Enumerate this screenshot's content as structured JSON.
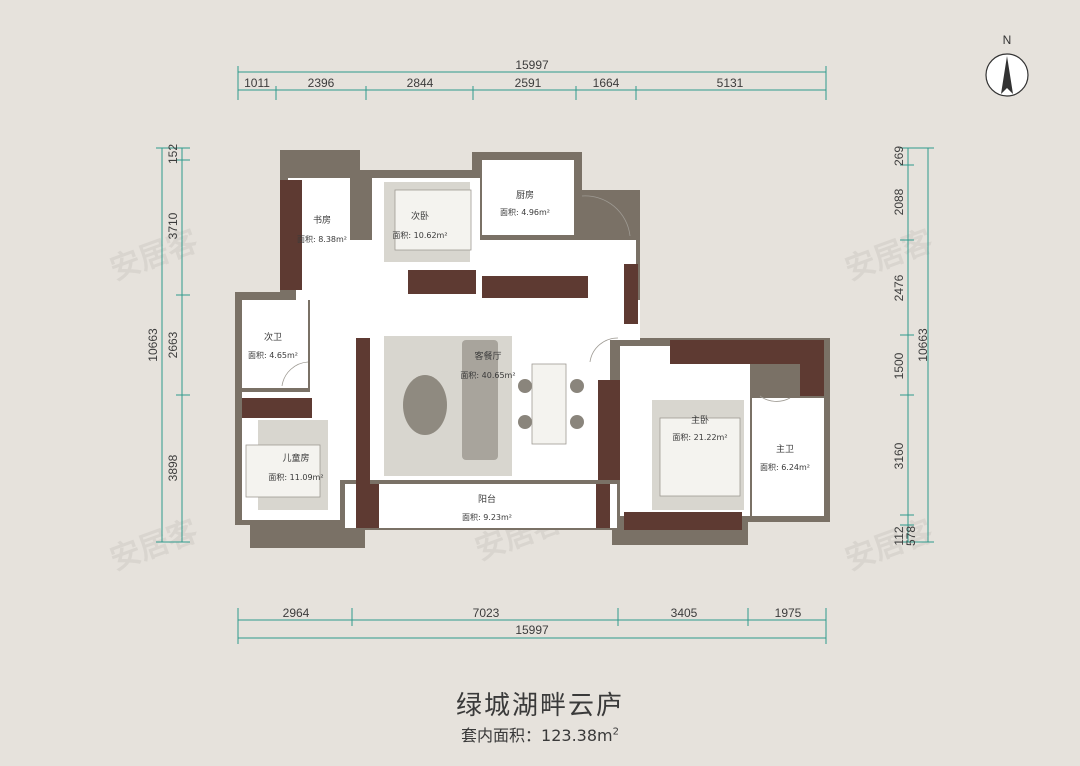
{
  "title": "绿城湖畔云庐",
  "subtitle": {
    "label": "套内面积：",
    "value": "123.38m",
    "sup": "2"
  },
  "compass": {
    "label": "N"
  },
  "dimensions": {
    "top_total": "15997",
    "top_segments": [
      "1011",
      "2396",
      "2844",
      "2591",
      "1664",
      "5131"
    ],
    "bottom_total": "15997",
    "bottom_segments": [
      "2964",
      "7023",
      "3405",
      "1975"
    ],
    "left_total": "10663",
    "left_segments": [
      "152",
      "3710",
      "2663",
      "3898"
    ],
    "right_total": "10663",
    "right_segments": [
      "269",
      "2088",
      "2476",
      "1500",
      "3160",
      "112",
      "578"
    ]
  },
  "rooms": {
    "study": {
      "name": "书房",
      "area": "面积: 8.38m²"
    },
    "bedroom2": {
      "name": "次卧",
      "area": "面积: 10.62m²"
    },
    "kitchen": {
      "name": "厨房",
      "area": "面积: 4.96m²"
    },
    "bath2": {
      "name": "次卫",
      "area": "面积: 4.65m²"
    },
    "living": {
      "name": "客餐厅",
      "area": "面积: 40.65m²"
    },
    "kids": {
      "name": "儿童房",
      "area": "面积: 11.09m²"
    },
    "master": {
      "name": "主卧",
      "area": "面积: 21.22m²"
    },
    "master_bath": {
      "name": "主卫",
      "area": "面积: 6.24m²"
    },
    "balcony": {
      "name": "阳台",
      "area": "面积: 9.23m²"
    }
  },
  "colors": {
    "dimension": "#2f9a8c",
    "wall": "#7a7166",
    "furniture": "#5e3a32",
    "background": "#e6e2dc"
  }
}
